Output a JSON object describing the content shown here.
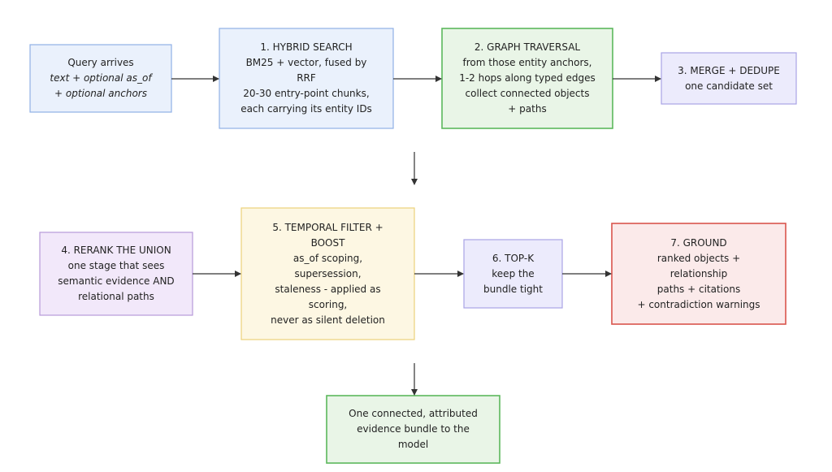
{
  "colors": {
    "blue_fill": "#eaf1fc",
    "blue_stroke": "#8fb0e6",
    "green_fill": "#e9f5e7",
    "green_stroke": "#5cb85c",
    "lavender_fill": "#ecebfc",
    "lavender_stroke": "#a9a3e6",
    "purple_fill": "#f2e8fa",
    "purple_stroke": "#b79ad8",
    "yellow_fill": "#fdf7e3",
    "yellow_stroke": "#ecd27a",
    "red_fill": "#fbeaea",
    "red_stroke": "#d9544d",
    "arrow": "#333333"
  },
  "nodes": {
    "query": {
      "lines": [
        {
          "text": "Query arrives",
          "style": "normal"
        },
        {
          "text": "text + optional as_of",
          "style": "italic"
        },
        {
          "text": "+ optional anchors",
          "style": "italic"
        }
      ]
    },
    "hybrid": {
      "lines": [
        {
          "text": "1. HYBRID SEARCH"
        },
        {
          "text": "BM25 + vector, fused by"
        },
        {
          "text": "RRF"
        },
        {
          "text": "20-30 entry-point chunks,"
        },
        {
          "text": "each carrying its entity IDs"
        }
      ]
    },
    "graph": {
      "lines": [
        {
          "text": "2. GRAPH TRAVERSAL"
        },
        {
          "text": "from those entity anchors,"
        },
        {
          "text": "1-2 hops along typed edges"
        },
        {
          "text": "collect connected objects"
        },
        {
          "text": "+ paths"
        }
      ]
    },
    "merge": {
      "lines": [
        {
          "text": "3. MERGE + DEDUPE"
        },
        {
          "text": "one candidate set"
        }
      ]
    },
    "rerank": {
      "lines": [
        {
          "text": "4. RERANK THE UNION"
        },
        {
          "text": "one stage that sees"
        },
        {
          "text": "semantic evidence AND"
        },
        {
          "text": "relational paths"
        }
      ]
    },
    "temporal": {
      "lines": [
        {
          "text": "5. TEMPORAL FILTER +"
        },
        {
          "text": "BOOST"
        },
        {
          "text": "as_of scoping,"
        },
        {
          "text": "supersession,"
        },
        {
          "text": "staleness - applied as"
        },
        {
          "text": "scoring,"
        },
        {
          "text": "never as silent deletion"
        }
      ]
    },
    "topk": {
      "lines": [
        {
          "text": "6. TOP-K"
        },
        {
          "text": "keep the"
        },
        {
          "text": "bundle tight"
        }
      ]
    },
    "ground": {
      "lines": [
        {
          "text": "7. GROUND"
        },
        {
          "text": "ranked objects +"
        },
        {
          "text": "relationship"
        },
        {
          "text": "paths + citations"
        },
        {
          "text": "+ contradiction warnings"
        }
      ]
    },
    "bundle": {
      "lines": [
        {
          "text": "One connected, attributed"
        },
        {
          "text": "evidence bundle to the"
        },
        {
          "text": "model"
        }
      ]
    }
  }
}
